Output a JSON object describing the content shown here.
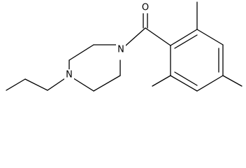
{
  "molecule": {
    "atoms": {
      "oxygen": "O",
      "nitrogen_amide": "N",
      "nitrogen_propyl": "N"
    }
  }
}
